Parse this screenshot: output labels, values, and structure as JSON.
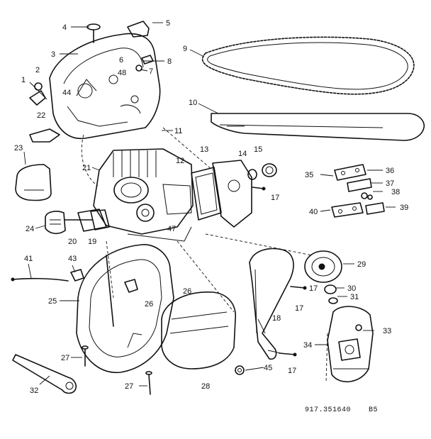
{
  "diagram": {
    "part_id": "917.351640",
    "page_code": "B5",
    "callouts": [
      "1",
      "2",
      "3",
      "4",
      "5",
      "6",
      "7",
      "8",
      "9",
      "10",
      "11",
      "12",
      "13",
      "14",
      "15",
      "17",
      "17",
      "17",
      "17",
      "18",
      "19",
      "20",
      "21",
      "22",
      "23",
      "24",
      "25",
      "26",
      "26",
      "27",
      "27",
      "28",
      "29",
      "30",
      "31",
      "32",
      "33",
      "34",
      "35",
      "36",
      "37",
      "38",
      "39",
      "40",
      "41",
      "43",
      "44",
      "45",
      "47",
      "48"
    ]
  }
}
